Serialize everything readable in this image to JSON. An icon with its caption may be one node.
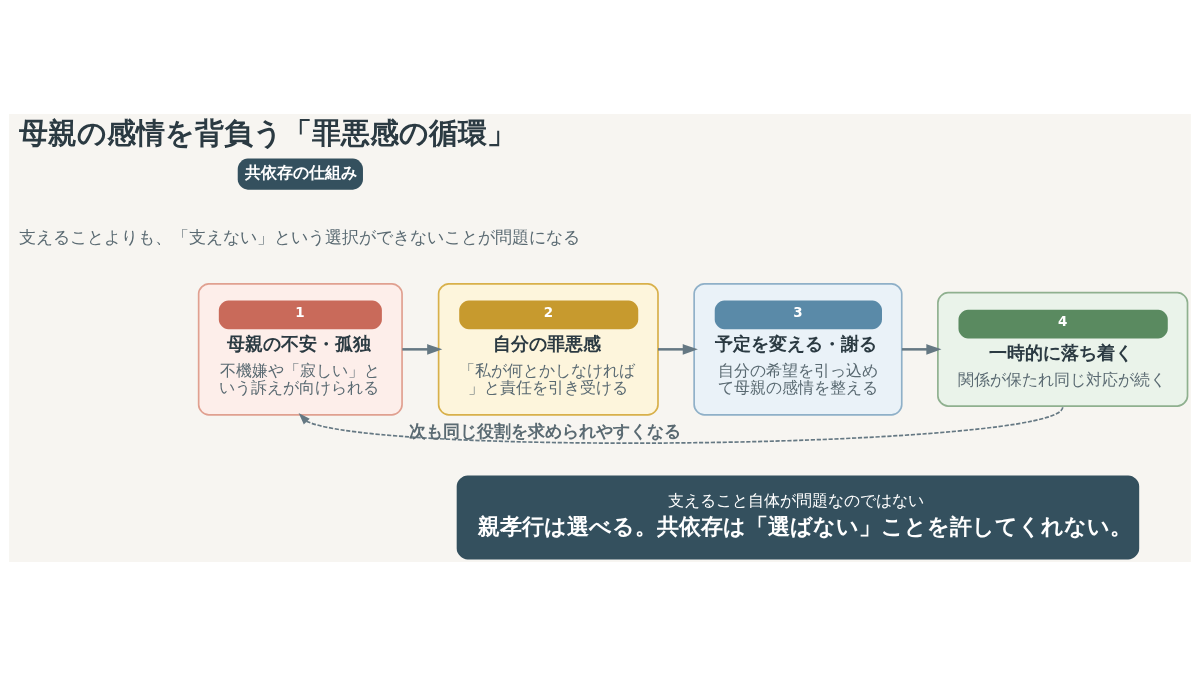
{
  "diagram": {
    "title": "母親の感情を背負う「罪悪感の循環」",
    "nodes": [
      {
        "text": [
          "1",
          "母親の不安・孤独",
          "不機嫌や「寂しい」という訴えが向けられる"
        ]
      },
      {
        "text": [
          "2",
          "自分の罪悪感",
          "「私が何とかしなければ」と責任を引き受ける"
        ]
      },
      {
        "text": [
          "3",
          "予定を変える・謝る",
          "自分の希望を引っ込めて母親の感情を整える"
        ]
      },
      {
        "text": [
          "4",
          "一時的に落ち着く",
          "関係が保たれ同じ対応が続く"
        ]
      },
      {
        "text": [
          "支えること自体が問題なのではない",
          "親孝行は選べる。共依存は「選ばない」ことを許してくれない。"
        ]
      }
    ],
    "edges": [
      {
        "from": 0,
        "to": 1,
        "arrow": "to"
      },
      {
        "from": 1,
        "to": 2,
        "arrow": "to"
      },
      {
        "from": 2,
        "to": 3,
        "arrow": "to"
      },
      {
        "from": 3,
        "to": 0,
        "arrow": "to",
        "style": "dashed",
        "label": "次も同じ役割を求められやすくなる"
      }
    ],
    "labels": [
      "共依存の仕組み",
      "支えることよりも、「支えない」という選択ができないことが問題になる"
    ]
  }
}
